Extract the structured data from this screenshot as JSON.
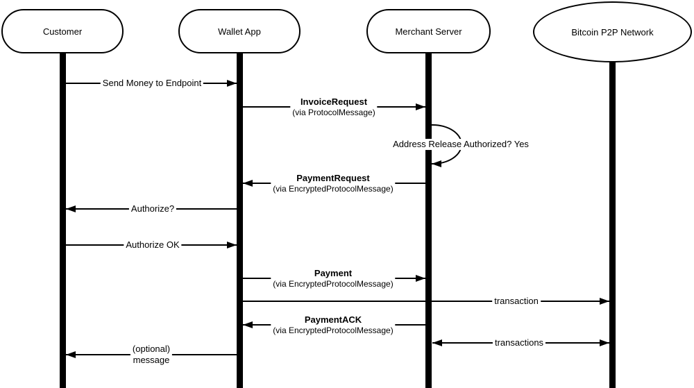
{
  "diagram": {
    "type": "sequence-diagram",
    "colors": {
      "stroke": "#000000",
      "fill": "#ffffff",
      "text": "#000000"
    },
    "actors": [
      {
        "id": "customer",
        "label": "Customer"
      },
      {
        "id": "wallet-app",
        "label": "Wallet App"
      },
      {
        "id": "merchant-server",
        "label": "Merchant Server"
      },
      {
        "id": "bitcoin-p2p-network",
        "label": "Bitcoin P2P Network"
      }
    ],
    "messages": [
      {
        "from": "Customer",
        "to": "Wallet App",
        "label": "Send Money to Endpoint"
      },
      {
        "from": "Wallet App",
        "to": "Merchant Server",
        "label": "InvoiceRequest",
        "via": "(via ProtocolMessage)"
      },
      {
        "from": "Merchant Server",
        "to": "Merchant Server",
        "label": "Address Release Authorized? Yes",
        "self_loop": true
      },
      {
        "from": "Merchant Server",
        "to": "Wallet App",
        "label": "PaymentRequest",
        "via": "(via EncryptedProtocolMessage)"
      },
      {
        "from": "Wallet App",
        "to": "Customer",
        "label": "Authorize?"
      },
      {
        "from": "Customer",
        "to": "Wallet App",
        "label": "Authorize OK"
      },
      {
        "from": "Wallet App",
        "to": "Merchant Server",
        "label": "Payment",
        "via": "(via EncryptedProtocolMessage)"
      },
      {
        "from": "Wallet App",
        "to": "Bitcoin P2P Network",
        "label": "transaction"
      },
      {
        "from": "Merchant Server",
        "to": "Wallet App",
        "label": "PaymentACK",
        "via": "(via EncryptedProtocolMessage)"
      },
      {
        "from": "Merchant Server",
        "to": "Bitcoin P2P Network",
        "label": "transactions",
        "bidirectional": true
      },
      {
        "from": "Wallet App",
        "to": "Customer",
        "label": "(optional)",
        "line2": "message"
      }
    ]
  }
}
